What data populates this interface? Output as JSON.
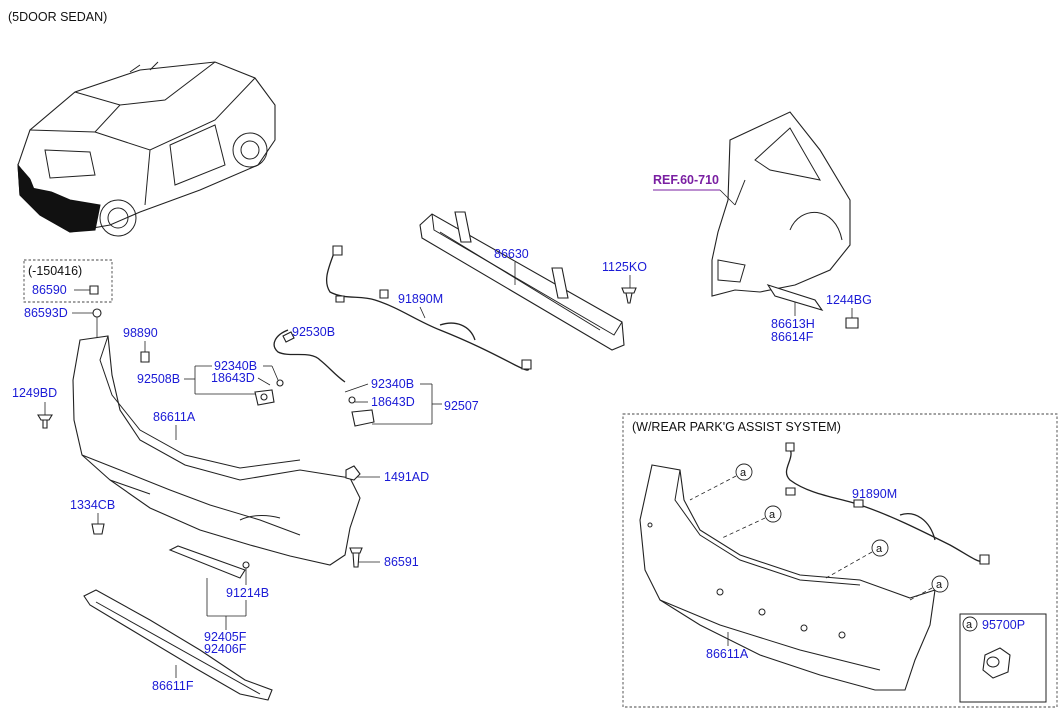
{
  "title": "(5DOOR SEDAN)",
  "variant_label": "(-150416)",
  "ref_label": "REF.60-710",
  "park_assist_label": "(W/REAR PARK'G ASSIST SYSTEM)",
  "callout_letter": "a",
  "parts": {
    "p86590": "86590",
    "p86593D": "86593D",
    "p98890": "98890",
    "p1249BD": "1249BD",
    "p92508B": "92508B",
    "p92340B_a": "92340B",
    "p18643D_a": "18643D",
    "p92530B": "92530B",
    "p92340B_b": "92340B",
    "p18643D_b": "18643D",
    "p92507": "92507",
    "p91890M": "91890M",
    "p86630": "86630",
    "p1125KO": "1125KO",
    "p86611A": "86611A",
    "p1491AD": "1491AD",
    "p1334CB": "1334CB",
    "p86591": "86591",
    "p91214B": "91214B",
    "p92405F": "92405F",
    "p92406F": "92406F",
    "p86611F": "86611F",
    "p86613H": "86613H",
    "p86614F": "86614F",
    "p1244BG": "1244BG",
    "p91890M_park": "91890M",
    "p86611A_park": "86611A",
    "p95700P": "95700P"
  }
}
